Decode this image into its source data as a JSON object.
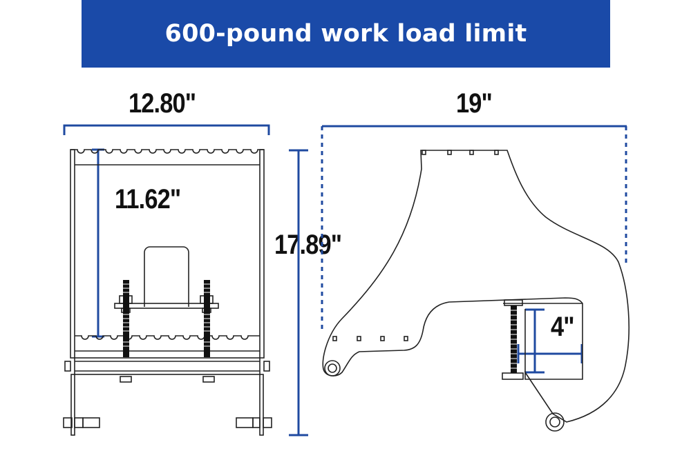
{
  "banner": {
    "title": "600-pound work load limit",
    "color": "#1a4aa8"
  },
  "dimensions": {
    "front_width": "12.80\"",
    "front_inner_height": "11.62\"",
    "overall_height": "17.89\"",
    "side_length": "19\"",
    "clamp_opening": "4\""
  },
  "colors": {
    "dimension_line": "#1f4aa0",
    "drawing_line": "#222222",
    "bolt": "#111111"
  }
}
